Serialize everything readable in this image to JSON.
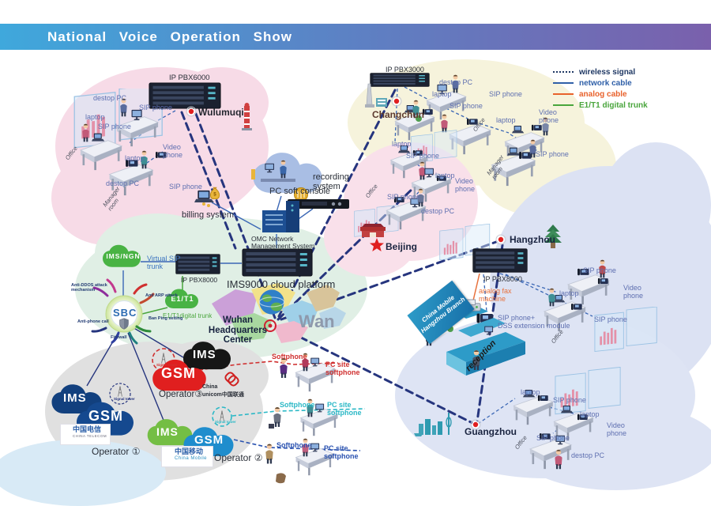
{
  "title": "National Voice Operation Show",
  "legend": {
    "items": [
      {
        "label": "wireless signal",
        "color": "#1F3864",
        "style": "dotted"
      },
      {
        "label": "network cable",
        "color": "#3060A8",
        "style": "solid"
      },
      {
        "label": "analog cable",
        "color": "#E8622C",
        "style": "solid"
      },
      {
        "label": "E1/T1 digital trunk",
        "color": "#49A53C",
        "style": "solid"
      }
    ]
  },
  "center": {
    "pc_soft_console": "PC soft console",
    "recording_system": "recording system",
    "billing_system": "billing system",
    "omc": "OMC Network Management System",
    "ims9000": "IMS9000 cloud platform",
    "ip_pbx8000": "IP PBX8000",
    "ims_ngn": "IMS/NGN",
    "virtual_sip_trunk": "Virtual SIP trunk",
    "sbc": "SBC",
    "e1t1": "E1/T1",
    "e1t1_trunk": "E1/T1digital trunk",
    "sbc_features": [
      "Anti-DDOS attack mechanism",
      "Anti ARP attack",
      "Anti-phone call",
      "Ban Ping setting",
      "Firewall"
    ],
    "hq": "Wuhan Headquarters Center",
    "wan": "Wan"
  },
  "cities": {
    "wulumuqi": "Wulumuqi",
    "changchun": "Changchun",
    "beijing": "Beijing",
    "hangzhou": "Hangzhou",
    "guangzhou": "Guangzhou"
  },
  "servers": {
    "pbx6000": "IP PBX6000",
    "pbx3000": "IP PBX3000",
    "pbx8000_hz": "IP PBX8000"
  },
  "wulumuqi": {
    "labels": [
      "destop PC",
      "SIP phone",
      "laptop",
      "SIP phone",
      "Video phone",
      "laptop",
      "destop PC",
      "SIP phone"
    ],
    "rooms": [
      "Office",
      "Manager room"
    ]
  },
  "changchun": {
    "labels": [
      "destop PC",
      "laptop",
      "SIP phone",
      "SIP phone",
      "laptop",
      "Video phone",
      "SIP phone"
    ],
    "rooms": [
      "Office",
      "Manager room"
    ]
  },
  "beijing": {
    "labels": [
      "laptop",
      "SIP phone",
      "laptop",
      "Video phone",
      "SIP phone",
      "destop PC"
    ],
    "rooms": [
      "Office"
    ]
  },
  "hangzhou": {
    "branch": "China Mobile Hangzhou Branch",
    "fax": "analog fax machine",
    "dss_line1": "SIP phone+",
    "dss_line2": "DSS extension module",
    "reception": "reception",
    "labels": [
      "SIP phone",
      "Video phone",
      "laptop",
      "SIP phone"
    ],
    "rooms": [
      "Office"
    ]
  },
  "guangzhou": {
    "labels": [
      "laptop",
      "SIP phone",
      "laptop",
      "Video phone",
      "SIP phone",
      "destop PC"
    ],
    "rooms": [
      "Office"
    ]
  },
  "operators": {
    "op1": {
      "ims": "IMS",
      "gsm": "GSM",
      "label": "Operator ①",
      "brand_cn": "中国电信",
      "brand_en": "CHINA TELECOM"
    },
    "op2": {
      "ims": "IMS",
      "gsm": "GSM",
      "label": "Operator ②",
      "brand_cn": "中国移动",
      "brand_en": "China Mobile"
    },
    "op3": {
      "ims": "IMS",
      "gsm": "GSM",
      "label": "Operator③",
      "brand_line1": "China",
      "brand_line2": "unicom中国联通"
    },
    "signal_tower": "Signal tower"
  },
  "softphones": [
    {
      "softphone": "Softphone",
      "pc_site": "PC site softphone",
      "color": "#D03030"
    },
    {
      "softphone": "Softphone",
      "pc_site": "PC site softphone",
      "color": "#2BB8C6"
    },
    {
      "softphone": "Softphone",
      "pc_site": "PC site softphone",
      "color": "#2A52B0"
    }
  ],
  "colors": {
    "title_gradient_start": "#3FA8DC",
    "title_gradient_end": "#7A60AC",
    "trunk_dash": "#26357E",
    "network_blue": "#3B67B5",
    "analog_orange": "#E8713C",
    "digital_green": "#49A53C",
    "ims_red": "#E01F1F",
    "mobile_blue": "#1F8DCD",
    "telecom_navy": "#12407E",
    "unicom_green": "#74BE44"
  }
}
